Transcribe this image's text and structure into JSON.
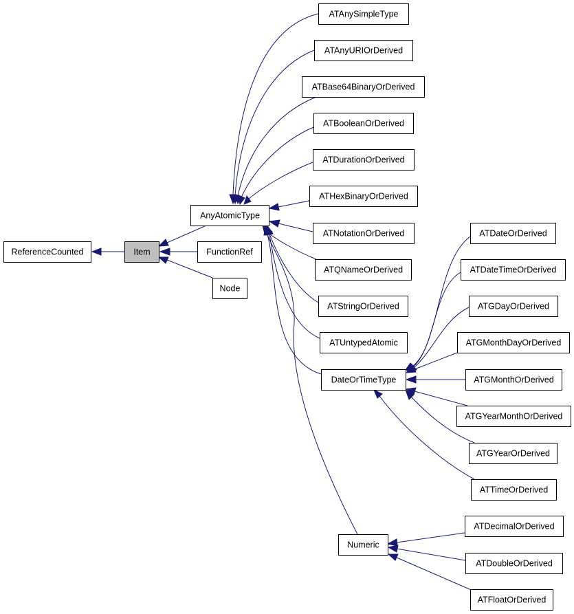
{
  "diagram": {
    "colors": {
      "edge": "#191970",
      "highlight_fill": "#bfbfbf",
      "node_fill": "#ffffff",
      "node_stroke": "#000000"
    },
    "nodes": [
      {
        "id": "ReferenceCounted",
        "label": "ReferenceCounted"
      },
      {
        "id": "Item",
        "label": "Item",
        "highlight": true
      },
      {
        "id": "AnyAtomicType",
        "label": "AnyAtomicType"
      },
      {
        "id": "FunctionRef",
        "label": "FunctionRef"
      },
      {
        "id": "Node",
        "label": "Node"
      },
      {
        "id": "ATAnySimpleType",
        "label": "ATAnySimpleType"
      },
      {
        "id": "ATAnyURIOrDerived",
        "label": "ATAnyURIOrDerived"
      },
      {
        "id": "ATBase64BinaryOrDerived",
        "label": "ATBase64BinaryOrDerived"
      },
      {
        "id": "ATBooleanOrDerived",
        "label": "ATBooleanOrDerived"
      },
      {
        "id": "ATDurationOrDerived",
        "label": "ATDurationOrDerived"
      },
      {
        "id": "ATHexBinaryOrDerived",
        "label": "ATHexBinaryOrDerived"
      },
      {
        "id": "ATNotationOrDerived",
        "label": "ATNotationOrDerived"
      },
      {
        "id": "ATQNameOrDerived",
        "label": "ATQNameOrDerived"
      },
      {
        "id": "ATStringOrDerived",
        "label": "ATStringOrDerived"
      },
      {
        "id": "ATUntypedAtomic",
        "label": "ATUntypedAtomic"
      },
      {
        "id": "DateOrTimeType",
        "label": "DateOrTimeType"
      },
      {
        "id": "Numeric",
        "label": "Numeric"
      },
      {
        "id": "ATDateOrDerived",
        "label": "ATDateOrDerived"
      },
      {
        "id": "ATDateTimeOrDerived",
        "label": "ATDateTimeOrDerived"
      },
      {
        "id": "ATGDayOrDerived",
        "label": "ATGDayOrDerived"
      },
      {
        "id": "ATGMonthDayOrDerived",
        "label": "ATGMonthDayOrDerived"
      },
      {
        "id": "ATGMonthOrDerived",
        "label": "ATGMonthOrDerived"
      },
      {
        "id": "ATGYearMonthOrDerived",
        "label": "ATGYearMonthOrDerived"
      },
      {
        "id": "ATGYearOrDerived",
        "label": "ATGYearOrDerived"
      },
      {
        "id": "ATTimeOrDerived",
        "label": "ATTimeOrDerived"
      },
      {
        "id": "ATDecimalOrDerived",
        "label": "ATDecimalOrDerived"
      },
      {
        "id": "ATDoubleOrDerived",
        "label": "ATDoubleOrDerived"
      },
      {
        "id": "ATFloatOrDerived",
        "label": "ATFloatOrDerived"
      }
    ],
    "edges": [
      {
        "from": "Item",
        "to": "ReferenceCounted"
      },
      {
        "from": "AnyAtomicType",
        "to": "Item"
      },
      {
        "from": "FunctionRef",
        "to": "Item"
      },
      {
        "from": "Node",
        "to": "Item"
      },
      {
        "from": "ATAnySimpleType",
        "to": "AnyAtomicType"
      },
      {
        "from": "ATAnyURIOrDerived",
        "to": "AnyAtomicType"
      },
      {
        "from": "ATBase64BinaryOrDerived",
        "to": "AnyAtomicType"
      },
      {
        "from": "ATBooleanOrDerived",
        "to": "AnyAtomicType"
      },
      {
        "from": "ATDurationOrDerived",
        "to": "AnyAtomicType"
      },
      {
        "from": "ATHexBinaryOrDerived",
        "to": "AnyAtomicType"
      },
      {
        "from": "ATNotationOrDerived",
        "to": "AnyAtomicType"
      },
      {
        "from": "ATQNameOrDerived",
        "to": "AnyAtomicType"
      },
      {
        "from": "ATStringOrDerived",
        "to": "AnyAtomicType"
      },
      {
        "from": "ATUntypedAtomic",
        "to": "AnyAtomicType"
      },
      {
        "from": "DateOrTimeType",
        "to": "AnyAtomicType"
      },
      {
        "from": "Numeric",
        "to": "AnyAtomicType"
      },
      {
        "from": "ATDateOrDerived",
        "to": "DateOrTimeType"
      },
      {
        "from": "ATDateTimeOrDerived",
        "to": "DateOrTimeType"
      },
      {
        "from": "ATGDayOrDerived",
        "to": "DateOrTimeType"
      },
      {
        "from": "ATGMonthDayOrDerived",
        "to": "DateOrTimeType"
      },
      {
        "from": "ATGMonthOrDerived",
        "to": "DateOrTimeType"
      },
      {
        "from": "ATGYearMonthOrDerived",
        "to": "DateOrTimeType"
      },
      {
        "from": "ATGYearOrDerived",
        "to": "DateOrTimeType"
      },
      {
        "from": "ATTimeOrDerived",
        "to": "DateOrTimeType"
      },
      {
        "from": "ATDecimalOrDerived",
        "to": "Numeric"
      },
      {
        "from": "ATDoubleOrDerived",
        "to": "Numeric"
      },
      {
        "from": "ATFloatOrDerived",
        "to": "Numeric"
      }
    ]
  }
}
